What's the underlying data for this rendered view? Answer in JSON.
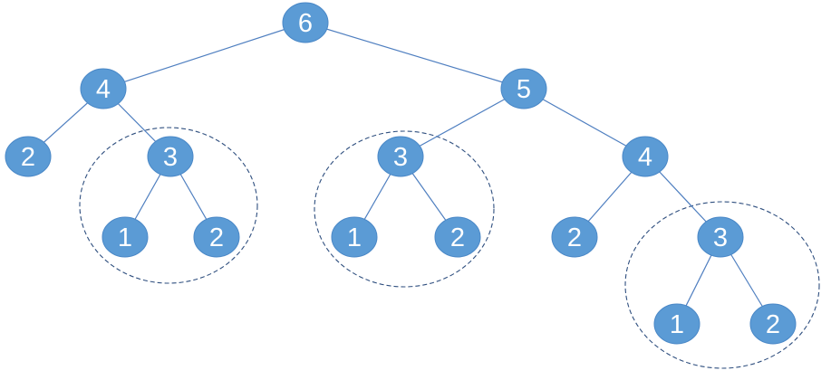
{
  "tree": {
    "nodes": [
      {
        "id": "root",
        "label": "6"
      },
      {
        "id": "l",
        "label": "4"
      },
      {
        "id": "r",
        "label": "5"
      },
      {
        "id": "ll",
        "label": "2"
      },
      {
        "id": "lr",
        "label": "3"
      },
      {
        "id": "lr-l",
        "label": "1"
      },
      {
        "id": "lr-r",
        "label": "2"
      },
      {
        "id": "rl",
        "label": "3"
      },
      {
        "id": "rl-l",
        "label": "1"
      },
      {
        "id": "rl-r",
        "label": "2"
      },
      {
        "id": "rr",
        "label": "4"
      },
      {
        "id": "rr-l",
        "label": "2"
      },
      {
        "id": "rr-r",
        "label": "3"
      },
      {
        "id": "rr-r-l",
        "label": "1"
      },
      {
        "id": "rr-r-r",
        "label": "2"
      }
    ],
    "edges": [
      [
        "root",
        "l"
      ],
      [
        "root",
        "r"
      ],
      [
        "l",
        "ll"
      ],
      [
        "l",
        "lr"
      ],
      [
        "lr",
        "lr-l"
      ],
      [
        "lr",
        "lr-r"
      ],
      [
        "r",
        "rl"
      ],
      [
        "r",
        "rr"
      ],
      [
        "rl",
        "rl-l"
      ],
      [
        "rl",
        "rl-r"
      ],
      [
        "rr",
        "rr-l"
      ],
      [
        "rr",
        "rr-r"
      ],
      [
        "rr-r",
        "rr-r-l"
      ],
      [
        "rr-r",
        "rr-r-r"
      ]
    ],
    "highlighted_subtrees": [
      "lr",
      "rl",
      "rr-r"
    ]
  },
  "colors": {
    "node_fill": "#5b9bd5",
    "node_label": "#ffffff",
    "edge": "#4f7fc0",
    "dashed_outline": "#2f4f7f"
  }
}
